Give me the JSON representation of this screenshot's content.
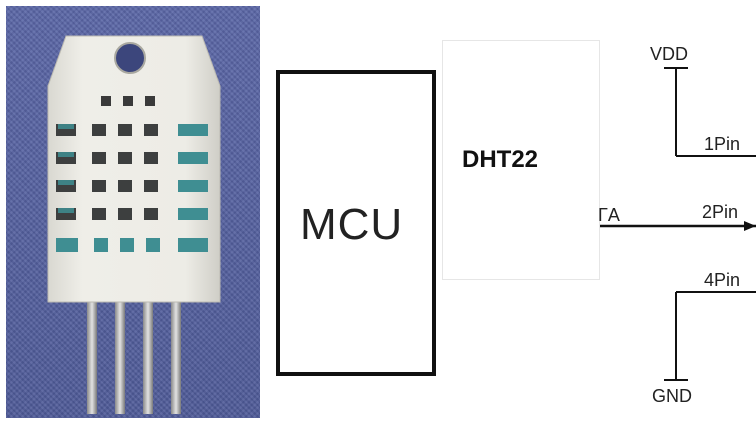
{
  "mcu": {
    "label": "MCU"
  },
  "sensor": {
    "label": "DHT22"
  },
  "pins": {
    "vdd_label": "VDD",
    "gnd_label": "GND",
    "pin1": "1Pin",
    "pin2": "2Pin",
    "pin4": "4Pin",
    "data_fragment": "ΓA"
  },
  "colors": {
    "photo_background": "#5662a0",
    "sensor_body": "#ecebe5",
    "vent_teal": "#3f8e92",
    "line": "#111111"
  },
  "photo": {
    "subject": "dht22-sensor-module-icon",
    "vent_rows": 5,
    "vent_columns": 5,
    "leg_count": 4
  }
}
